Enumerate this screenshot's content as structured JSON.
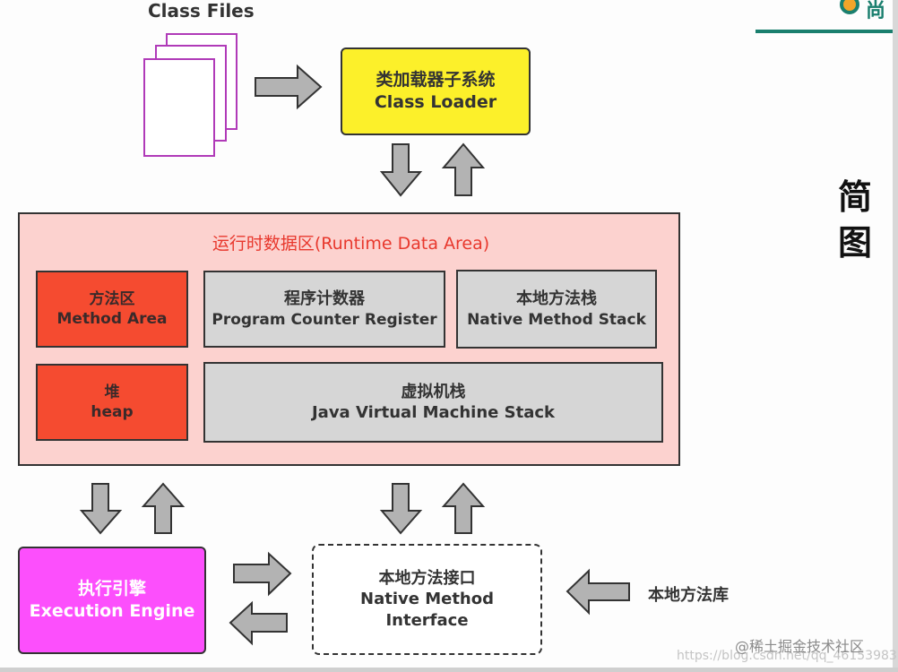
{
  "class_files": {
    "title": "Class Files",
    "page_color": "#b03ab8"
  },
  "class_loader": {
    "cn": "类加载器子系统",
    "en": "Class Loader",
    "color": "#fcf02a"
  },
  "runtime_data_area": {
    "title": "运行时数据区(Runtime Data Area)",
    "color": "#fcd2cf",
    "regions": [
      {
        "cn": "方法区",
        "en": "Method Area",
        "kind": "shared"
      },
      {
        "cn": "程序计数器",
        "en": "Program Counter Register",
        "kind": "thread-private"
      },
      {
        "cn": "本地方法栈",
        "en": "Native Method Stack",
        "kind": "thread-private"
      },
      {
        "cn": "堆",
        "en": "heap",
        "kind": "shared"
      },
      {
        "cn": "虚拟机栈",
        "en": "Java Virtual Machine Stack",
        "kind": "thread-private"
      }
    ]
  },
  "execution_engine": {
    "cn": "执行引擎",
    "en": "Execution Engine",
    "color": "#fc4ffc"
  },
  "native_interface": {
    "cn": "本地方法接口",
    "en1": "Native Method",
    "en2": "Interface"
  },
  "native_library": {
    "label": "本地方法库"
  },
  "side_title": {
    "line1": "简",
    "line2": "图"
  },
  "logo": {
    "text": "尚"
  },
  "watermark": {
    "main": "@稀土掘金技术社区",
    "url": "https://blog.csdn.net/qq_46153983"
  },
  "colors": {
    "shared_region": "#f54b30",
    "private_region": "#d6d6d6",
    "arrow": "#b3b3b3"
  }
}
